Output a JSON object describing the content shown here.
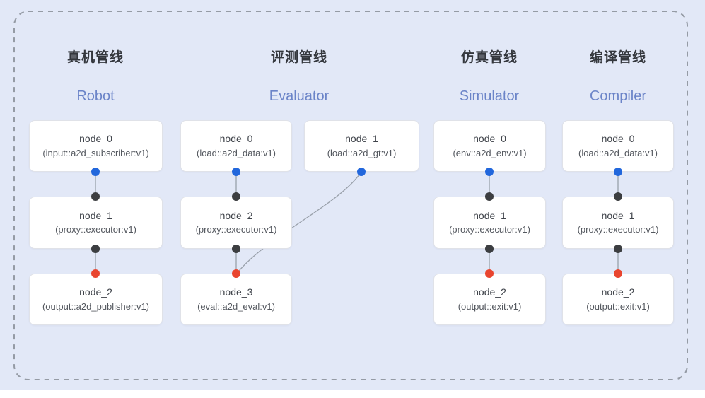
{
  "diagram": {
    "colors": {
      "background": "#e2e8f7",
      "dashed_border": "#959ba5",
      "pipeline_title": "#34373d",
      "pipeline_subtitle": "#6b84c8",
      "node_box_bg": "#ffffff",
      "node_box_border": "#e0e2e8",
      "wire": "#99a0aa",
      "port_blue": "#2267dc",
      "port_black": "#3c3e41",
      "port_red": "#e9452f"
    },
    "pipelines": [
      {
        "title_zh": "真机管线",
        "title_en": "Robot",
        "nodes": [
          {
            "name": "node_0",
            "type": "(input::a2d_subscriber:v1)"
          },
          {
            "name": "node_1",
            "type": "(proxy::executor:v1)"
          },
          {
            "name": "node_2",
            "type": "(output::a2d_publisher:v1)"
          }
        ]
      },
      {
        "title_zh": "评测管线",
        "title_en": "Evaluator",
        "nodes": [
          {
            "name": "node_0",
            "type": "(load::a2d_data:v1)"
          },
          {
            "name": "node_1",
            "type": "(load::a2d_gt:v1)"
          },
          {
            "name": "node_2",
            "type": "(proxy::executor:v1)"
          },
          {
            "name": "node_3",
            "type": "(eval::a2d_eval:v1)"
          }
        ]
      },
      {
        "title_zh": "仿真管线",
        "title_en": "Simulator",
        "nodes": [
          {
            "name": "node_0",
            "type": "(env::a2d_env:v1)"
          },
          {
            "name": "node_1",
            "type": "(proxy::executor:v1)"
          },
          {
            "name": "node_2",
            "type": "(output::exit:v1)"
          }
        ]
      },
      {
        "title_zh": "编译管线",
        "title_en": "Compiler",
        "nodes": [
          {
            "name": "node_0",
            "type": "(load::a2d_data:v1)"
          },
          {
            "name": "node_1",
            "type": "(proxy::executor:v1)"
          },
          {
            "name": "node_2",
            "type": "(output::exit:v1)"
          }
        ]
      }
    ]
  }
}
